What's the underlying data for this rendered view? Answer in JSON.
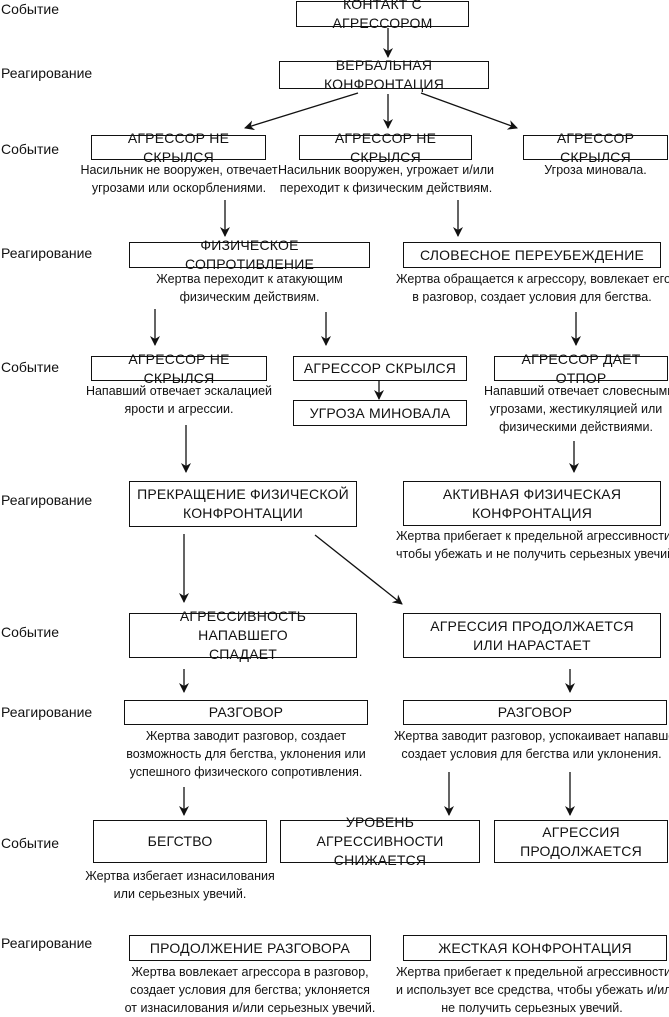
{
  "row_labels": {
    "event": "Событие",
    "reaction": "Реагирование"
  },
  "boxes": {
    "contact": "КОНТАКТ С АГРЕССОРОМ",
    "verbal_confrontation": "ВЕРБАЛЬНАЯ КОНФРОНТАЦИЯ",
    "not_hidden_1": "АГРЕССОР НЕ СКРЫЛСЯ",
    "not_hidden_2": "АГРЕССОР НЕ СКРЫЛСЯ",
    "hidden_1": "АГРЕССОР СКРЫЛСЯ",
    "physical_resistance": "ФИЗИЧЕСКОЕ СОПРОТИВЛЕНИЕ",
    "verbal_persuasion": "СЛОВЕСНОЕ ПЕРЕУБЕЖДЕНИЕ",
    "not_hidden_3": "АГРЕССОР НЕ СКРЫЛСЯ",
    "hidden_2": "АГРЕССОР СКРЫЛСЯ",
    "threat_over": "УГРОЗА МИНОВАЛА",
    "fights_back": "АГРЕССОР ДАЕТ ОТПОР",
    "stop_physical_1": "ПРЕКРАЩЕНИЕ ФИЗИЧЕСКОЙ",
    "stop_physical_2": "КОНФРОНТАЦИИ",
    "active_physical_1": "АКТИВНАЯ ФИЗИЧЕСКАЯ",
    "active_physical_2": "КОНФРОНТАЦИЯ",
    "aggr_decreases_1": "АГРЕССИВНОСТЬ НАПАВШЕГО",
    "aggr_decreases_2": "СПАДАЕТ",
    "aggr_continues_1": "АГРЕССИЯ ПРОДОЛЖАЕТСЯ",
    "aggr_continues_2": "ИЛИ НАРАСТАЕТ",
    "talk_1": "РАЗГОВОР",
    "talk_2": "РАЗГОВОР",
    "escape": "БЕГСТВО",
    "level_lowers_1": "УРОВЕНЬ АГРЕССИВНОСТИ",
    "level_lowers_2": "СНИЖАЕТСЯ",
    "aggr_cont_1": "АГРЕССИЯ",
    "aggr_cont_2": "ПРОДОЛЖАЕТСЯ",
    "continue_talk": "ПРОДОЛЖЕНИЕ РАЗГОВОРА",
    "hard_confrontation": "ЖЕСТКАЯ КОНФРОНТАЦИЯ"
  },
  "notes": {
    "unarmed_1": "Насильник не вооружен, отвечает",
    "unarmed_2": "угрозами или оскорблениями.",
    "armed_1": "Насильник вооружен, угрожает и/или",
    "armed_2": "переходит к физическим действиям.",
    "threat_over": "Угроза миновала.",
    "phys_attack_1": "Жертва переходит к атакующим",
    "phys_attack_2": "физическим действиям.",
    "appeals_1": "Жертва обращается к агрессору, вовлекает его",
    "appeals_2": "в разговор, создает условия для бегства.",
    "escalation_1": "Напавший отвечает эскалацией",
    "escalation_2": "ярости и агрессии.",
    "verbal_threats_1": "Напавший отвечает словесными",
    "verbal_threats_2": "угрозами, жестикуляцией или",
    "verbal_threats_3": "физическими действиями.",
    "extreme_1": "Жертва прибегает к предельной агрессивности,",
    "extreme_2": "чтобы убежать и не получить серьезных увечий.",
    "starts_talk_1": "Жертва заводит разговор, создает",
    "starts_talk_2": "возможность для бегства, уклонения или",
    "starts_talk_3": "успешного физического сопротивления.",
    "calms_1": "Жертва заводит разговор, успокаивает напавшего,",
    "calms_2": "создает условия для бегства или уклонения.",
    "avoids_1": "Жертва избегает изнасилования",
    "avoids_2": "или серьезных увечий.",
    "involves_1": "Жертва вовлекает агрессора в разговор,",
    "involves_2": "создает условия для бегства; уклоняется",
    "involves_3": "от изнасилования и/или серьезных увечий.",
    "all_means_1": "Жертва прибегает к предельной агрессивности",
    "all_means_2": "и использует все средства, чтобы убежать и/или",
    "all_means_3": "не получить серьезных увечий."
  }
}
